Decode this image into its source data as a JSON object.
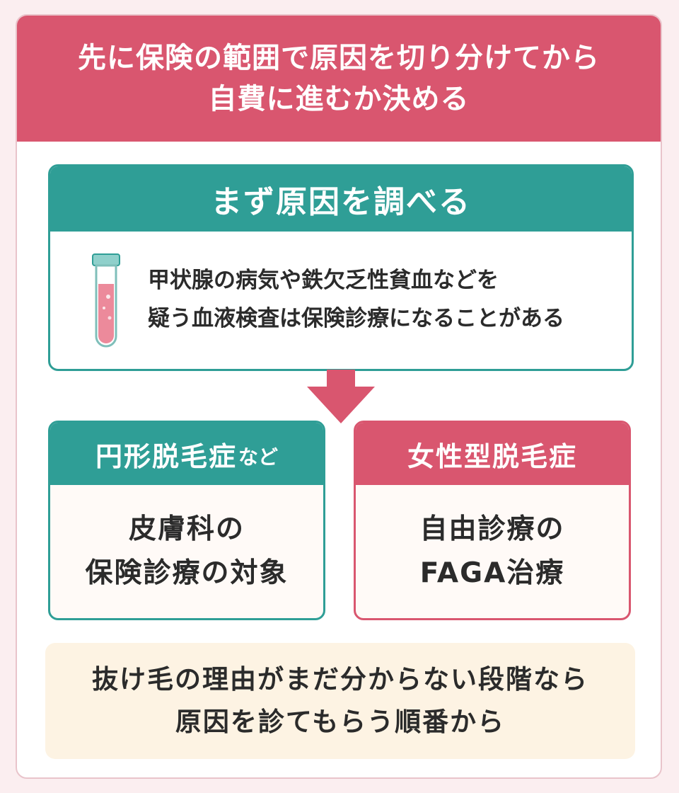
{
  "header": {
    "line1": "先に保険の範囲で原因を切り分けてから",
    "line2": "自費に進むか決める"
  },
  "step": {
    "title": "まず原因を調べる",
    "icon": "test-tube-icon",
    "line1": "甲状腺の病気や鉄欠乏性貧血などを",
    "line2": "疑う血液検査は保険診療になることがある"
  },
  "arrow_icon": "down-arrow-icon",
  "left_box": {
    "title_main": "円形脱毛症",
    "title_suffix": "など",
    "line1": "皮膚科の",
    "line2": "保険診療の対象"
  },
  "right_box": {
    "title": "女性型脱毛症",
    "line1": "自由診療の",
    "line2": "FAGA治療"
  },
  "footer": {
    "line1": "抜け毛の理由がまだ分からない段階なら",
    "line2": "原因を診てもらう順番から"
  },
  "colors": {
    "accent_pink": "#d9566f",
    "accent_teal": "#2f9e96",
    "background": "#fbeef0",
    "footer_bg": "#fdf3e3"
  }
}
